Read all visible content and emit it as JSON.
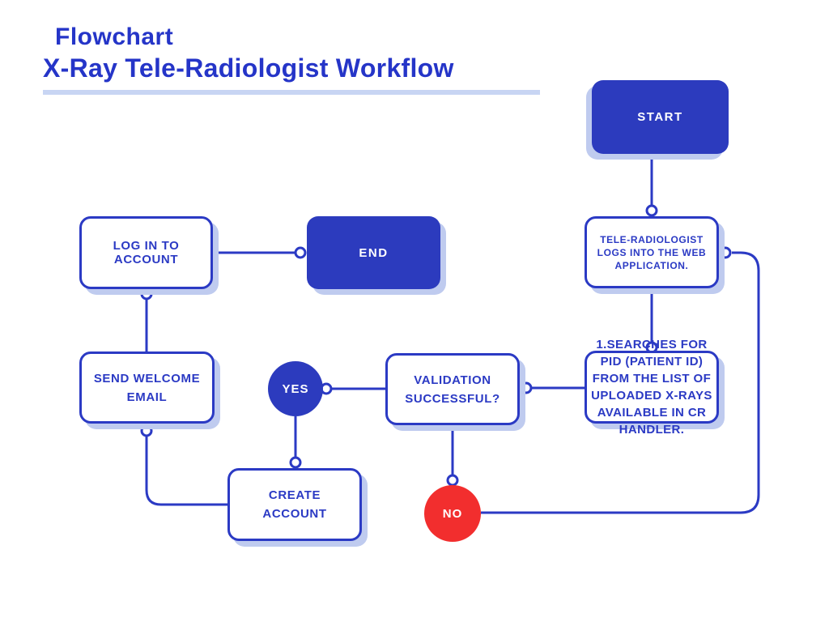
{
  "title": {
    "line1": "Flowchart",
    "line2": "X-Ray Tele-Radiologist Workflow"
  },
  "colors": {
    "primary_blue": "#2b3ac4",
    "fill_blue": "#2c3bbe",
    "title_blue": "#2535c8",
    "shadow_periwinkle": "#bfcbef",
    "underline_blue": "#c8d5f3",
    "no_red": "#f22e2e",
    "background": "#ffffff"
  },
  "nodes": {
    "start": {
      "label": "START",
      "type": "terminal"
    },
    "tele_login": {
      "label": "TELE-RADIOLOGIST LOGS INTO THE WEB APPLICATION.",
      "type": "process"
    },
    "search_pid": {
      "label": "1.SEARCHES FOR PID (PATIENT ID) FROM THE LIST OF UPLOADED X-RAYS AVAILABLE IN CR HANDLER.",
      "type": "process"
    },
    "validation": {
      "label": "VALIDATION SUCCESSFUL?",
      "type": "decision"
    },
    "yes": {
      "label": "YES",
      "type": "branch"
    },
    "no": {
      "label": "NO",
      "type": "branch"
    },
    "create_account": {
      "label": "CREATE ACCOUNT",
      "type": "process"
    },
    "send_welcome": {
      "label": "SEND WELCOME EMAIL",
      "type": "process"
    },
    "login_account": {
      "label": "LOG IN TO ACCOUNT",
      "type": "process"
    },
    "end": {
      "label": "END",
      "type": "terminal"
    }
  },
  "edges": [
    "start -> tele_login",
    "tele_login -> search_pid",
    "search_pid -> validation",
    "validation -> yes",
    "validation -> no",
    "yes -> create_account",
    "create_account -> send_welcome",
    "send_welcome -> login_account",
    "login_account -> end",
    "no -> tele_login"
  ]
}
